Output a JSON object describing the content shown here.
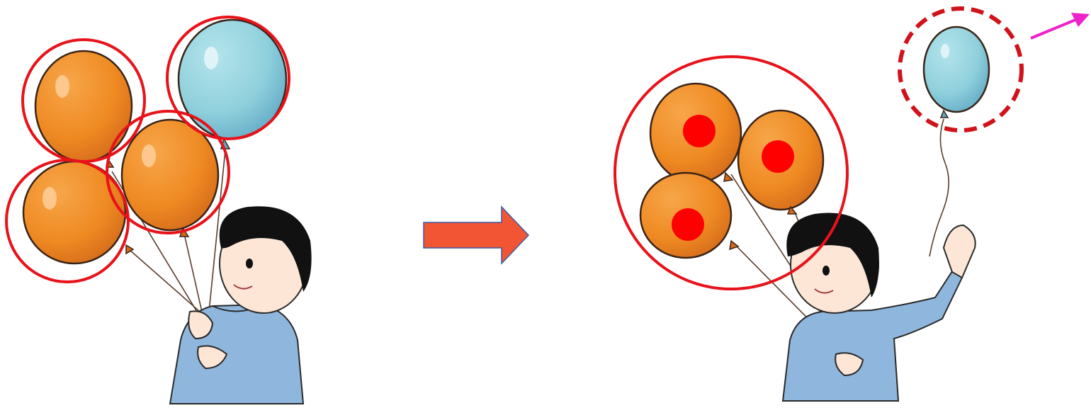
{
  "colors": {
    "balloon_orange": "#ef8a22",
    "balloon_blue": "#8fd0dc",
    "circle_red": "#e8121a",
    "dot_red": "#ff0000",
    "arrow_fill": "#f25533",
    "arrow_stroke": "#3b5aa6",
    "escape_arrow": "#ee22cc",
    "shirt": "#8fb6dc",
    "hair": "#111111",
    "skin": "#fde6d6"
  },
  "left_scene": {
    "orange_balloons": 3,
    "blue_balloons": 1,
    "encircled_individually": 4
  },
  "right_scene": {
    "orange_balloons_held": 3,
    "marked_with_dots": 3,
    "blue_balloon_released": 1,
    "released_balloon_circle": "dashed"
  },
  "transition_arrow": "right"
}
